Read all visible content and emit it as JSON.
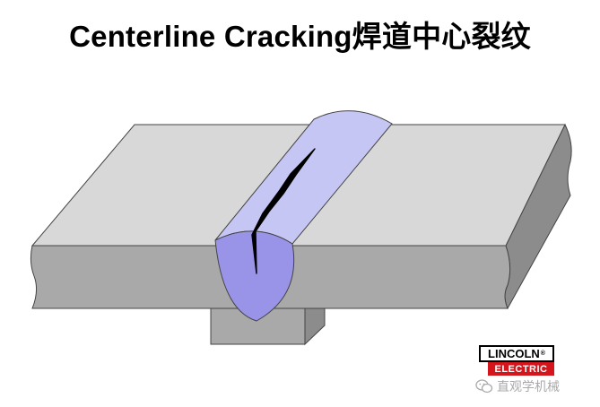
{
  "title": "Centerline Cracking焊道中心裂纹",
  "logo": {
    "line1": "LINCOLN",
    "registered": "®",
    "line2": "ELECTRIC"
  },
  "watermark": {
    "icon": "wechat-icon",
    "text": "直观学机械"
  },
  "colors": {
    "plate_top": "#d8d8d8",
    "plate_front": "#a9a9a9",
    "plate_side": "#8c8c8c",
    "backing_front": "#a9a9a9",
    "bead_top": "#c6c6f4",
    "bead_section": "#9a94e8",
    "crack": "#000000",
    "logo_red": "#d4161c"
  }
}
